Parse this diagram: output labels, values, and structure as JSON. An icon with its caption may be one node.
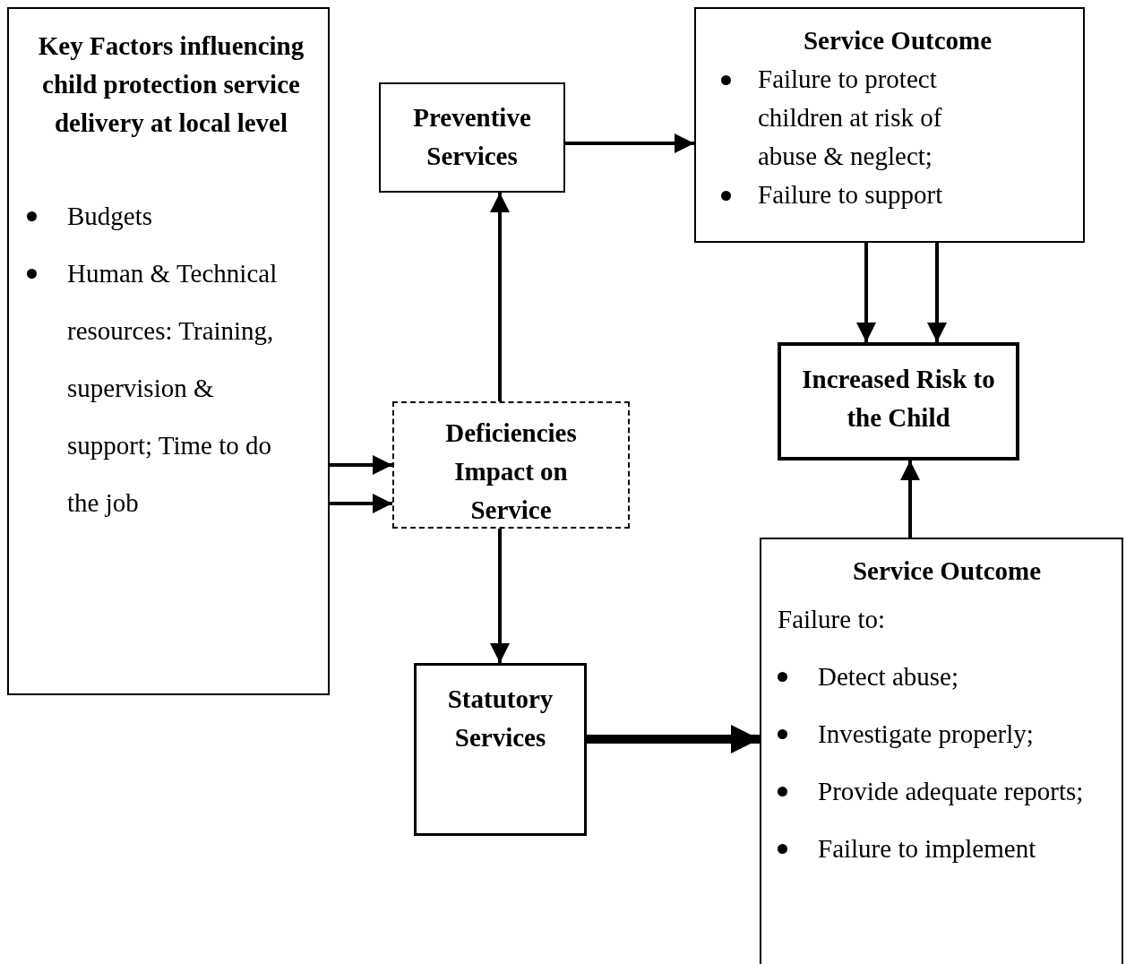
{
  "diagram": {
    "nodes": [
      {
        "text": [
          "Key Factors influencing child protection service delivery at local level",
          "Budgets",
          "Human & Technical resources: Training, supervision & support; Time to do the job"
        ]
      },
      {
        "text": [
          "Preventive Services"
        ]
      },
      {
        "text": [
          "Service Outcome",
          "Failure to protect children at risk of abuse & neglect;",
          "Failure to support"
        ]
      },
      {
        "text": [
          "Deficiencies Impact on Service"
        ]
      },
      {
        "text": [
          "Increased Risk to the Child"
        ]
      },
      {
        "text": [
          "Statutory Services"
        ]
      },
      {
        "text": [
          "Service Outcome",
          "Failure to:",
          "Detect abuse;",
          "Investigate properly;",
          "Provide adequate reports;",
          "Failure to implement"
        ]
      }
    ],
    "edges": [
      {
        "from": 0,
        "to": 3,
        "arrow": "to"
      },
      {
        "from": 0,
        "to": 3,
        "arrow": "to"
      },
      {
        "from": 3,
        "to": 1,
        "arrow": "to"
      },
      {
        "from": 1,
        "to": 2,
        "arrow": "to"
      },
      {
        "from": 2,
        "to": 4,
        "arrow": "to"
      },
      {
        "from": 2,
        "to": 4,
        "arrow": "to"
      },
      {
        "from": 3,
        "to": 5,
        "arrow": "to"
      },
      {
        "from": 5,
        "to": 6,
        "arrow": "to",
        "style": "thick"
      },
      {
        "from": 6,
        "to": 4,
        "arrow": "to"
      }
    ]
  }
}
